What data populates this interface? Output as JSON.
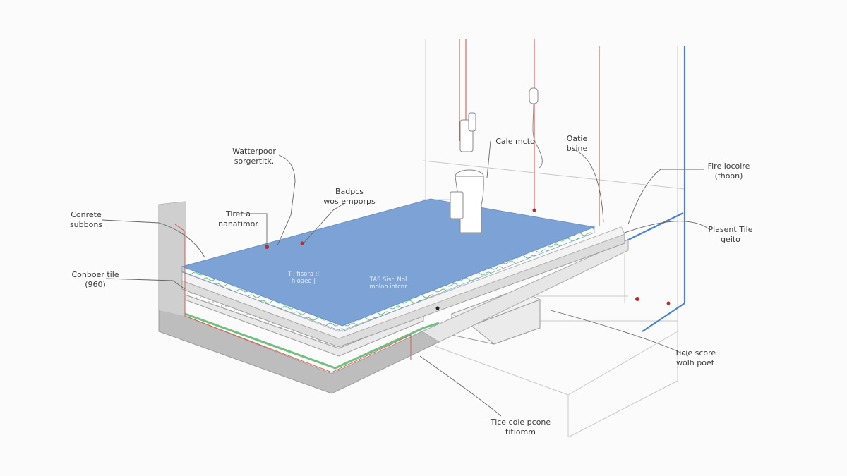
{
  "diagram": {
    "labels": {
      "waterproof": "Watterpoor\nsorgertitk.",
      "backpcs": "Badpcs\nwos emporps",
      "concrete": "Conrete\nsubbons",
      "tiret": "Tiret a\nnanatimor",
      "conboer": "Conboer tile\n(960)",
      "cale": "Cale mcto",
      "oatie": "Oatie\nbsine",
      "fire": "Fire locoire\n(fhoon)",
      "plasent": "Plasent Tile\ngeito",
      "ticie_score": "Ticie score\nwolh poet",
      "tice_cole": "Tice cole pcone\ntitiomm"
    },
    "surface_text": {
      "left": "T.| fisora :l\nhioaee |",
      "right": "TAS Sisr. Nol\nmoloo iotcnr"
    },
    "colors": {
      "membrane": "#7da3d6",
      "membrane_edge": "#6a92c8",
      "concrete": "#bdbdbd",
      "mesh": "#6fbf80",
      "leader": "#555555",
      "accent_red": "#c0282c",
      "pipe_blue": "#4a80d0"
    }
  }
}
